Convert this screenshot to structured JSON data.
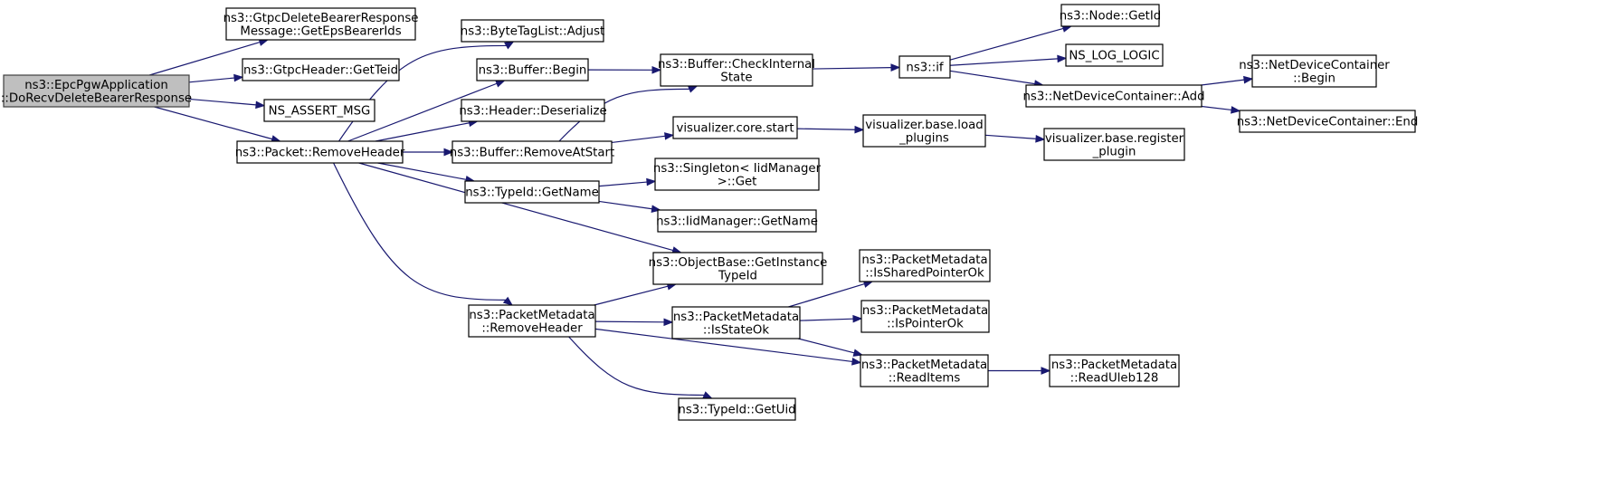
{
  "diagram": {
    "nodes": [
      {
        "id": "n0",
        "lines": [
          "ns3::EpcPgwApplication",
          "::DoRecvDeleteBearerResponse"
        ],
        "root": true
      },
      {
        "id": "n1",
        "lines": [
          "ns3::GtpcDeleteBearerResponse",
          "Message::GetEpsBearerIds"
        ]
      },
      {
        "id": "n2",
        "lines": [
          "ns3::GtpcHeader::GetTeid"
        ]
      },
      {
        "id": "n3",
        "lines": [
          "NS_ASSERT_MSG"
        ]
      },
      {
        "id": "n4",
        "lines": [
          "ns3::Packet::RemoveHeader"
        ]
      },
      {
        "id": "n5",
        "lines": [
          "ns3::ByteTagList::Adjust"
        ]
      },
      {
        "id": "n6",
        "lines": [
          "ns3::Buffer::Begin"
        ]
      },
      {
        "id": "n7",
        "lines": [
          "ns3::Header::Deserialize"
        ]
      },
      {
        "id": "n8",
        "lines": [
          "ns3::Buffer::RemoveAtStart"
        ]
      },
      {
        "id": "n9",
        "lines": [
          "ns3::TypeId::GetName"
        ]
      },
      {
        "id": "n10",
        "lines": [
          "ns3::PacketMetadata",
          "::RemoveHeader"
        ]
      },
      {
        "id": "n11",
        "lines": [
          "ns3::Buffer::CheckInternal",
          "State"
        ]
      },
      {
        "id": "n12",
        "lines": [
          "visualizer.core.start"
        ]
      },
      {
        "id": "n13",
        "lines": [
          "ns3::Singleton< IidManager",
          ">::Get"
        ]
      },
      {
        "id": "n14",
        "lines": [
          "ns3::IidManager::GetName"
        ]
      },
      {
        "id": "n15",
        "lines": [
          "ns3::ObjectBase::GetInstance",
          "TypeId"
        ]
      },
      {
        "id": "n16",
        "lines": [
          "ns3::PacketMetadata",
          "::IsStateOk"
        ]
      },
      {
        "id": "n17",
        "lines": [
          "ns3::TypeId::GetUid"
        ]
      },
      {
        "id": "n18",
        "lines": [
          "ns3::if"
        ]
      },
      {
        "id": "n19",
        "lines": [
          "visualizer.base.load",
          "_plugins"
        ]
      },
      {
        "id": "n20",
        "lines": [
          "ns3::PacketMetadata",
          "::IsSharedPointerOk"
        ]
      },
      {
        "id": "n21",
        "lines": [
          "ns3::PacketMetadata",
          "::IsPointerOk"
        ]
      },
      {
        "id": "n22",
        "lines": [
          "ns3::PacketMetadata",
          "::ReadItems"
        ]
      },
      {
        "id": "n23",
        "lines": [
          "ns3::Node::GetId"
        ]
      },
      {
        "id": "n24",
        "lines": [
          "NS_LOG_LOGIC"
        ]
      },
      {
        "id": "n25",
        "lines": [
          "ns3::NetDeviceContainer::Add"
        ]
      },
      {
        "id": "n26",
        "lines": [
          "visualizer.base.register",
          "_plugin"
        ]
      },
      {
        "id": "n27",
        "lines": [
          "ns3::PacketMetadata",
          "::ReadUleb128"
        ]
      },
      {
        "id": "n28",
        "lines": [
          "ns3::NetDeviceContainer",
          "::Begin"
        ]
      },
      {
        "id": "n29",
        "lines": [
          "ns3::NetDeviceContainer::End"
        ]
      }
    ],
    "edges": [
      [
        "n0",
        "n1"
      ],
      [
        "n0",
        "n2"
      ],
      [
        "n0",
        "n3"
      ],
      [
        "n0",
        "n4"
      ],
      [
        "n4",
        "n5"
      ],
      [
        "n4",
        "n6"
      ],
      [
        "n4",
        "n7"
      ],
      [
        "n4",
        "n8"
      ],
      [
        "n4",
        "n9"
      ],
      [
        "n4",
        "n15"
      ],
      [
        "n4",
        "n10"
      ],
      [
        "n6",
        "n11"
      ],
      [
        "n8",
        "n11"
      ],
      [
        "n8",
        "n12"
      ],
      [
        "n9",
        "n13"
      ],
      [
        "n9",
        "n14"
      ],
      [
        "n10",
        "n15"
      ],
      [
        "n10",
        "n16"
      ],
      [
        "n10",
        "n22"
      ],
      [
        "n10",
        "n17"
      ],
      [
        "n11",
        "n18"
      ],
      [
        "n12",
        "n19"
      ],
      [
        "n16",
        "n20"
      ],
      [
        "n16",
        "n21"
      ],
      [
        "n16",
        "n22"
      ],
      [
        "n18",
        "n23"
      ],
      [
        "n18",
        "n24"
      ],
      [
        "n18",
        "n25"
      ],
      [
        "n19",
        "n26"
      ],
      [
        "n22",
        "n27"
      ],
      [
        "n25",
        "n28"
      ],
      [
        "n25",
        "n29"
      ]
    ]
  }
}
